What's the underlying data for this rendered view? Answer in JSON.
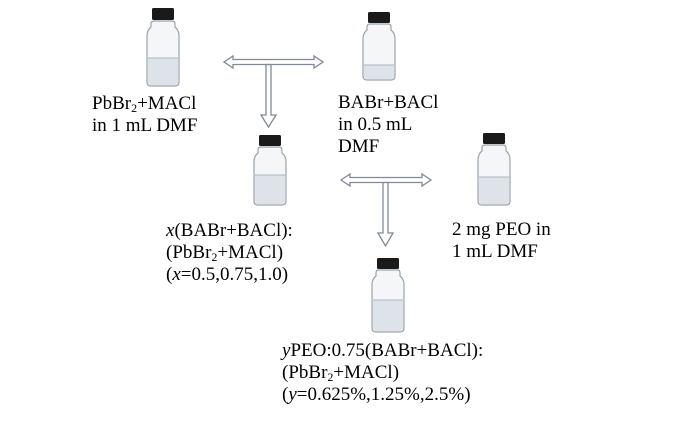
{
  "vials": {
    "top_left": {
      "line1_a": "PbBr",
      "line1_sub": "2",
      "line1_b": "+MACl",
      "line2": "in 1 mL DMF"
    },
    "top_right": {
      "line1": "BABr+BACl",
      "line2": "in 0.5 mL",
      "line3": "DMF"
    },
    "middle": {
      "line1_var": "x",
      "line1_rest": "(BABr+BACl):",
      "line2_a": "(PbBr",
      "line2_sub": "2",
      "line2_b": "+MACl)",
      "line3_open": "(",
      "line3_var": "x",
      "line3_rest": "=0.5,0.75,1.0)"
    },
    "right": {
      "line1": "2 mg PEO in",
      "line2": "1 mL DMF"
    },
    "bottom": {
      "line1_var": "y",
      "line1_rest": "PEO:0.75(BABr+BACl):",
      "line2_a": "(PbBr",
      "line2_sub": "2",
      "line2_b": "+MACl)",
      "line3_open": "(",
      "line3_var": "y",
      "line3_rest": "=0.625%,1.25%,2.5%)"
    }
  },
  "colors": {
    "cap": "#1a1a1a",
    "glass_stroke": "#9aa3ad",
    "glass_fill": "#f4f6f8",
    "liquid": "#dde3e8",
    "arrow_stroke": "#7f8a96",
    "arrow_fill": "#ffffff"
  }
}
